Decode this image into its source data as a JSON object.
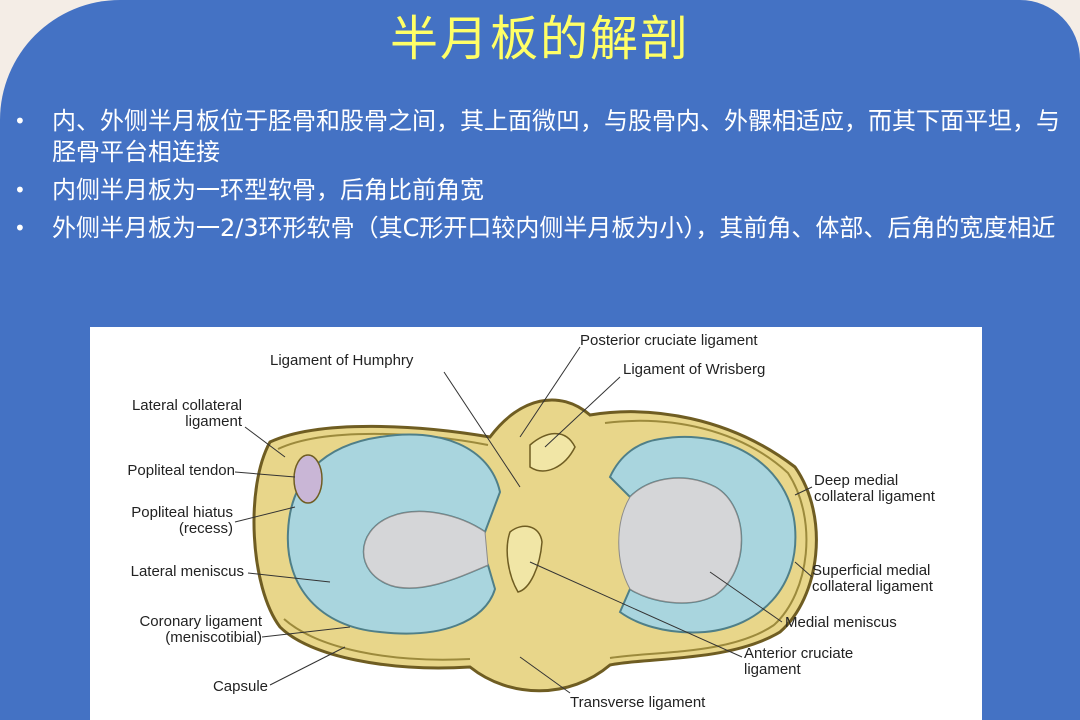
{
  "slide": {
    "title": "半月板的解剖",
    "bullets": [
      {
        "marker": "•",
        "text": "内、外侧半月板位于胫骨和股骨之间，其上面微凹，与股骨内、外髁相适应，而其下面平坦，与胫骨平台相连接"
      },
      {
        "marker": "•",
        "text": "内侧半月板为一环型软骨，后角比前角宽"
      },
      {
        "marker": "•",
        "text": "外侧半月板为一2/3环形软骨（其C形开口较内侧半月板为小），其前角、体部、后角的宽度相近"
      }
    ]
  },
  "figure": {
    "labels": {
      "posterior_cruciate": "Posterior  cruciate ligament",
      "humphry": "Ligament of Humphry",
      "wrisberg": "Ligament of Wrisberg",
      "lateral_collateral_1": "Lateral collateral",
      "lateral_collateral_2": "ligament",
      "popliteal_tendon": "Popliteal tendon",
      "popliteal_hiatus_1": "Popliteal hiatus",
      "popliteal_hiatus_2": "(recess)",
      "lateral_meniscus": "Lateral meniscus",
      "coronary_1": "Coronary ligament",
      "coronary_2": "(meniscotibial)",
      "capsule": "Capsule",
      "transverse": "Transverse ligament",
      "deep_medial_1": "Deep medial",
      "deep_medial_2": "collateral ligament",
      "superficial_medial_1": "Superficial medial",
      "superficial_medial_2": "collateral ligament",
      "medial_meniscus": "Medial meniscus",
      "anterior_cruciate_1": "Anterior cruciate",
      "anterior_cruciate_2": "ligament"
    }
  },
  "colors": {
    "panel": "#4472c4",
    "title": "#ffff66",
    "meniscus": "#a9d5de",
    "tibia": "#e8d68a",
    "bone_center": "#d5d6d8"
  }
}
